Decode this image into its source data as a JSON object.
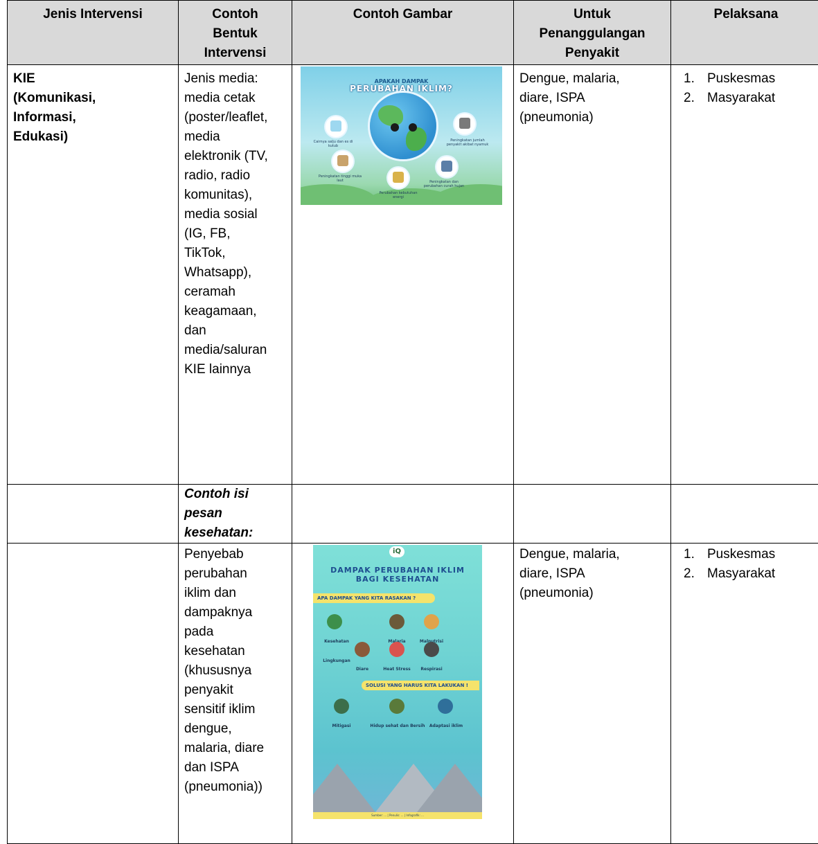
{
  "table": {
    "headers": {
      "jenis": "Jenis Intervensi",
      "contoh_bentuk": [
        "Contoh",
        "Bentuk",
        "Intervensi"
      ],
      "contoh_gambar": "Contoh Gambar",
      "untuk": [
        "Untuk",
        "Penanggulangan",
        "Penyakit"
      ],
      "pelaksana": "Pelaksana"
    },
    "rows": [
      {
        "jenis": [
          "KIE",
          "(Komunikasi,",
          "Informasi,",
          "Edukasi)"
        ],
        "bentuk": [
          "Jenis media:",
          "media cetak",
          "(poster/leaflet,",
          "media",
          "elektronik (TV,",
          "radio, radio",
          "komunitas),",
          "media sosial",
          "(IG, FB,",
          "TikTok,",
          "Whatsapp),",
          "ceramah",
          "keagamaan,",
          "dan",
          "media/saluran",
          "KIE lainnya"
        ],
        "penyakit": [
          "Dengue, malaria,",
          "diare, ISPA",
          "(pneumonia)"
        ],
        "pelaksana": [
          {
            "num": "1.",
            "text": "Puskesmas"
          },
          {
            "num": "2.",
            "text": "Masyarakat"
          }
        ]
      },
      {
        "bentuk": [
          "Contoh isi",
          "pesan",
          "kesehatan:"
        ]
      },
      {
        "bentuk": [
          "Penyebab",
          "perubahan",
          "iklim dan",
          "dampaknya",
          "pada",
          "kesehatan",
          "(khususnya",
          "penyakit",
          "sensitif iklim",
          "dengue,",
          "malaria, diare",
          "dan ISPA",
          "(pneumonia))"
        ],
        "penyakit": [
          "Dengue, malaria,",
          "diare, ISPA",
          "(pneumonia)"
        ],
        "pelaksana": [
          {
            "num": "1.",
            "text": "Puskesmas"
          },
          {
            "num": "2.",
            "text": "Masyarakat"
          }
        ]
      }
    ]
  },
  "poster1": {
    "kicker": "APAKAH DAMPAK",
    "title": "PERUBAHAN IKLIM?",
    "captions": [
      "Cairnya salju dan es di kutub",
      "Peningkatan jumlah penyakit akibat nyamuk",
      "Peningkatan tinggi muka laut",
      "Peningkatan dan perubahan curah hujan",
      "Perubahan kebutuhan energi"
    ],
    "colors": {
      "sky": "#7fd0e8",
      "globe": "#2f8fd0",
      "land": "#5cb85c",
      "title_outline": "#1d5b8f"
    }
  },
  "poster2": {
    "logo": "iQ",
    "title_line1": "DAMPAK PERUBAHAN IKLIM",
    "title_line2": "BAGI KESEHATAN",
    "banner1": "APA DAMPAK YANG KITA RASAKAN ?",
    "banner2": "SOLUSI YANG HARUS KITA LAKUKAN !",
    "impacts": [
      "Kesehatan Lingkungan",
      "Malaria",
      "Malnutrisi",
      "Diare",
      "Heat Stress",
      "Respirasi"
    ],
    "solutions": [
      "Mitigasi",
      "Hidup sehat dan Bersih",
      "Adaptasi iklim"
    ],
    "footer": "Sumber: ... | Penulis: ... | Infografik: ...",
    "colors": {
      "background": "#6fd3d3",
      "banner": "#f5e36b",
      "title": "#1d4d8f"
    }
  }
}
